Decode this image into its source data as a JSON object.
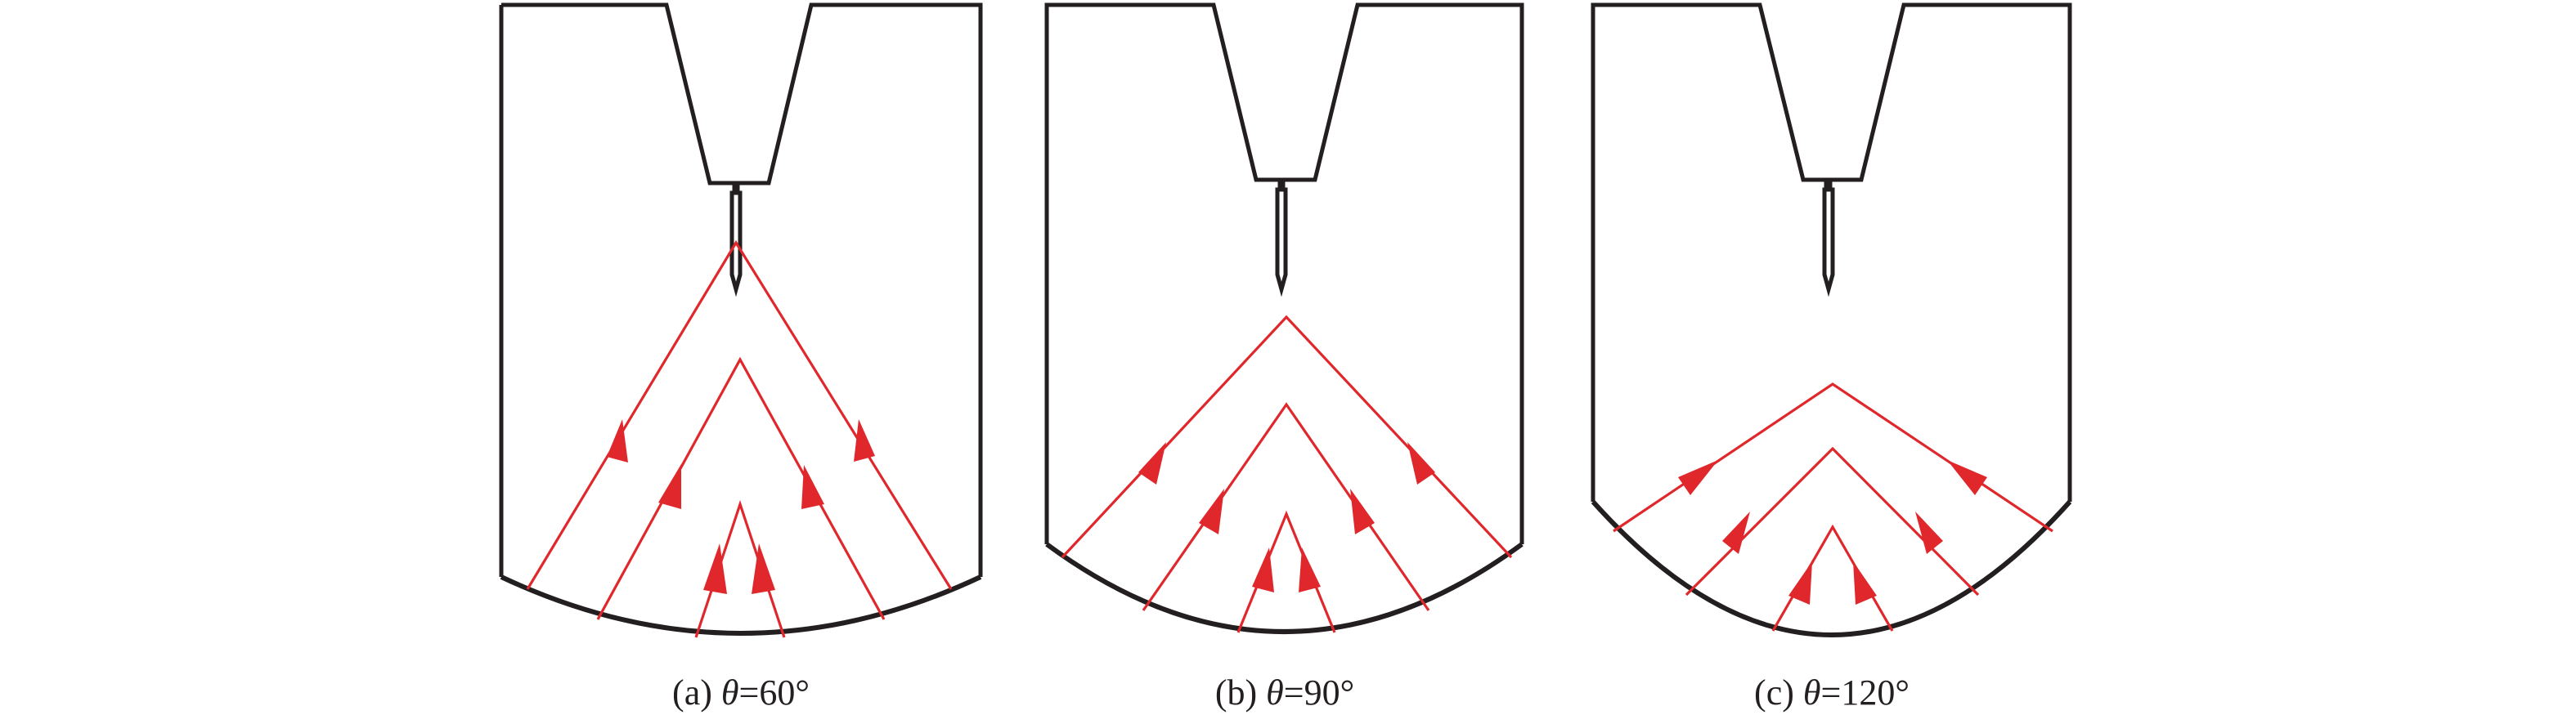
{
  "figure": {
    "panels": [
      {
        "id": "a",
        "caption_prefix": "(a) ",
        "symbol": "θ",
        "caption_suffix": "=60°",
        "angle_deg": 60,
        "colors": {
          "outline": "#231f20",
          "wave": "#e0282c"
        }
      },
      {
        "id": "b",
        "caption_prefix": "(b) ",
        "symbol": "θ",
        "caption_suffix": "=90°",
        "angle_deg": 90,
        "colors": {
          "outline": "#231f20",
          "wave": "#e0282c"
        }
      },
      {
        "id": "c",
        "caption_prefix": "(c) ",
        "symbol": "θ",
        "caption_suffix": "=120°",
        "angle_deg": 120,
        "colors": {
          "outline": "#231f20",
          "wave": "#e0282c"
        }
      }
    ]
  }
}
